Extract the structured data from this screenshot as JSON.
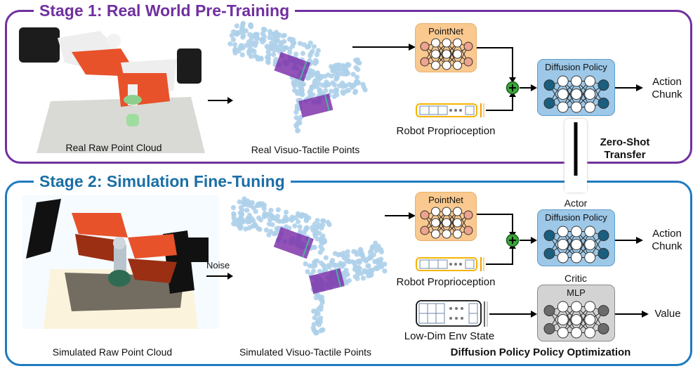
{
  "stage1": {
    "title": "Stage 1: Real World Pre-Training",
    "color": "#7030a0",
    "raw_caption": "Real Raw Point Cloud",
    "points_caption": "Real Visuo-Tactile Points",
    "pointnet_label": "PointNet",
    "proprio_label": "Robot Proprioception",
    "policy_label": "Diffusion Policy",
    "output_label_line1": "Action",
    "output_label_line2": "Chunk"
  },
  "transfer": {
    "line1": "Zero-Shot",
    "line2": "Transfer"
  },
  "stage2": {
    "title": "Stage 2: Simulation Fine-Tuning",
    "color": "#1f7bc0",
    "raw_caption": "Simulated Raw Point Cloud",
    "noise_label": "Noise",
    "points_caption": "Simulated Visuo-Tactile Points",
    "pointnet_label": "PointNet",
    "proprio_label": "Robot Proprioception",
    "actor_label": "Actor",
    "policy_label": "Diffusion Policy",
    "output_label_line1": "Action",
    "output_label_line2": "Chunk",
    "critic_label": "Critic",
    "mlp_label": "MLP",
    "env_state_label": "Low-Dim Env State",
    "value_label": "Value",
    "method_label": "Diffusion Policy Policy Optimization"
  },
  "colors": {
    "pointnet_fill": "#fac98f",
    "pointnet_node": "#eea38c",
    "policy_fill": "#9dc8e8",
    "policy_node": "#1a5e80",
    "mlp_fill": "#d3d3d3",
    "mlp_node": "#6b6b6b",
    "proprio_border": "#f4b400",
    "sum_node": "#3aa83a",
    "points": "#aed0ea",
    "sensor": "#7a2ca8"
  },
  "icons": {
    "sum": "plus-circle-icon",
    "arrow": "arrow-right-icon"
  }
}
